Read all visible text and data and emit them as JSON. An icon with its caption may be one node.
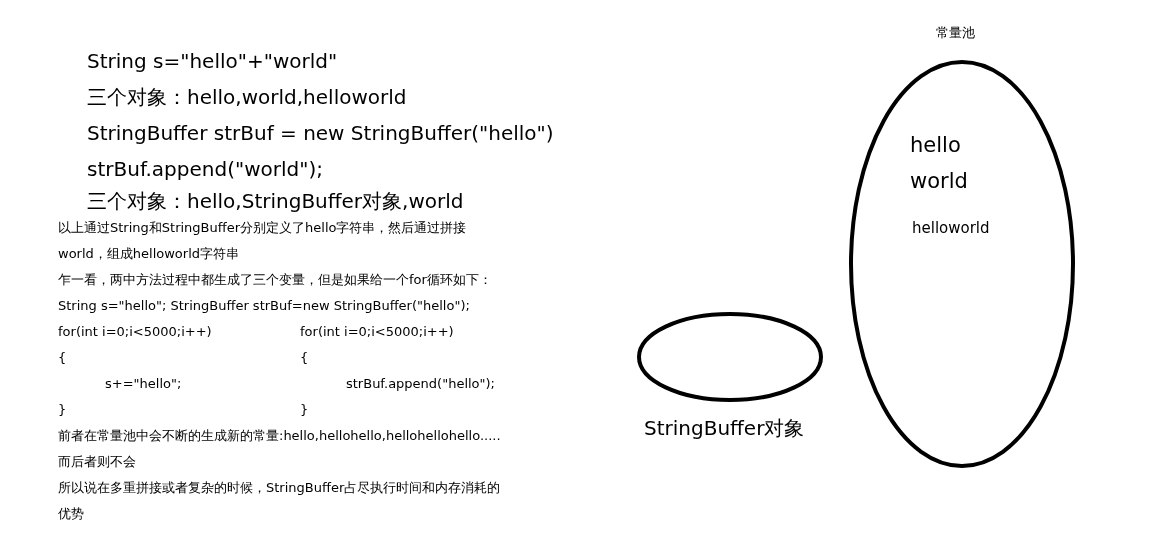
{
  "diagram": {
    "nodes": [
      {
        "text": [
          "常量池",
          "hello",
          "world",
          "helloworld"
        ]
      },
      {
        "text": [],
        "shape": "circle",
        "beside": [
          "StringBuffer对象"
        ]
      }
    ],
    "edges": [],
    "labels": [
      "String s=\"hello\"+\"world\"",
      "三个对象：hello,world,helloworld",
      "StringBuffer strBuf = new StringBuffer(\"hello\")",
      "strBuf.append(\"world\");",
      "三个对象：hello,StringBuffer对象,world",
      "以上通过String和StringBuffer分别定义了hello字符串，然后通过拼接world，组成helloworld字符串",
      "乍一看，两中方法过程中都生成了三个变量，但是如果给一个for循环如下：",
      "String s=\"hello\"; StringBuffer strBuf=new StringBuffer(\"hello\");",
      "for(int i=0;i<5000;i++)",
      "for(int i=0;i<5000;i++)",
      "{",
      "{",
      "s+=\"hello\";",
      "strBuf.append(\"hello\");",
      "}",
      "}",
      "前者在常量池中会不断的生成新的常量:hello,hellohello,hellohellohello.....",
      "而后者则不会",
      "所以说在多重拼接或者复杂的时候，StringBuffer占尽执行时间和内存消耗的优势"
    ]
  }
}
